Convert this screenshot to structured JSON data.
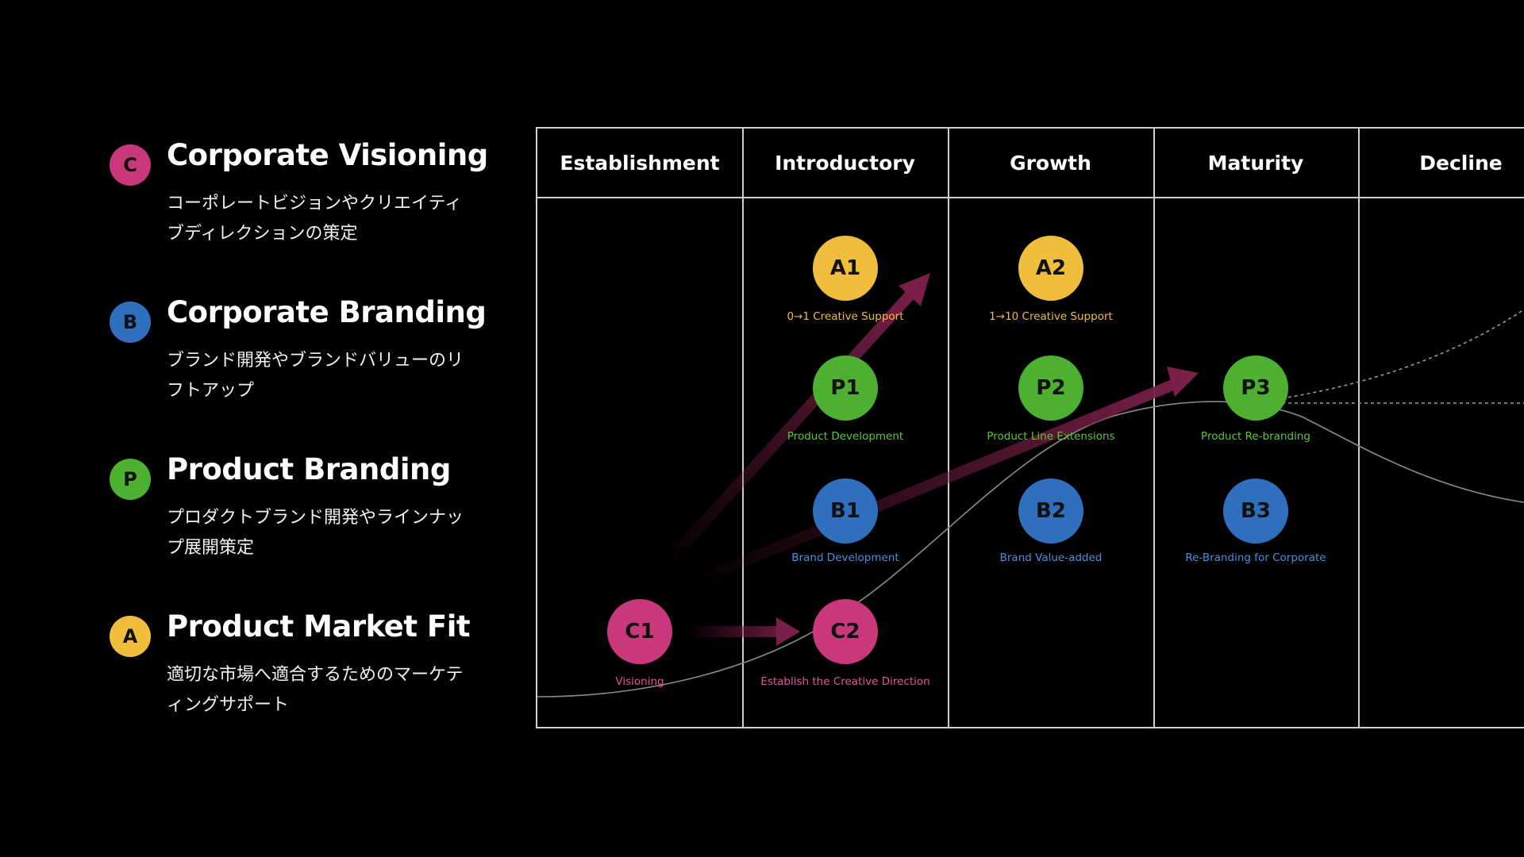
{
  "colors": {
    "background": "#000000",
    "corporate": "#c8387a",
    "branding": "#2f6fbd",
    "product": "#4db030",
    "market": "#f0be3c",
    "arrow": "#7a1f48",
    "grid": "#cfcfcf"
  },
  "legend": [
    {
      "letter": "C",
      "title": "Corporate Visioning",
      "desc": "コーポレートビジョンやクリエイティブディレクションの策定"
    },
    {
      "letter": "B",
      "title": "Corporate Branding",
      "desc": "ブランド開発やブランドバリューのリフトアップ"
    },
    {
      "letter": "P",
      "title": "Product Branding",
      "desc": "プロダクトブランド開発やラインナップ展開策定"
    },
    {
      "letter": "A",
      "title": "Product Market Fit",
      "desc": "適切な市場へ適合するためのマーケティングサポート"
    }
  ],
  "stages": [
    "Establishment",
    "Introductory",
    "Growth",
    "Maturity",
    "Decline"
  ],
  "nodes": [
    {
      "id": "A1",
      "label": "0→1 Creative Support"
    },
    {
      "id": "A2",
      "label": "1→10 Creative Support"
    },
    {
      "id": "P1",
      "label": "Product Development"
    },
    {
      "id": "P2",
      "label": "Product Line Extensions"
    },
    {
      "id": "P3",
      "label": "Product Re-branding"
    },
    {
      "id": "B1",
      "label": "Brand Development"
    },
    {
      "id": "B2",
      "label": "Brand Value-added"
    },
    {
      "id": "B3",
      "label": "Re-Branding for Corporate"
    },
    {
      "id": "C1",
      "label": "Visioning"
    },
    {
      "id": "C2",
      "label": "Establish the Creative Direction"
    }
  ]
}
